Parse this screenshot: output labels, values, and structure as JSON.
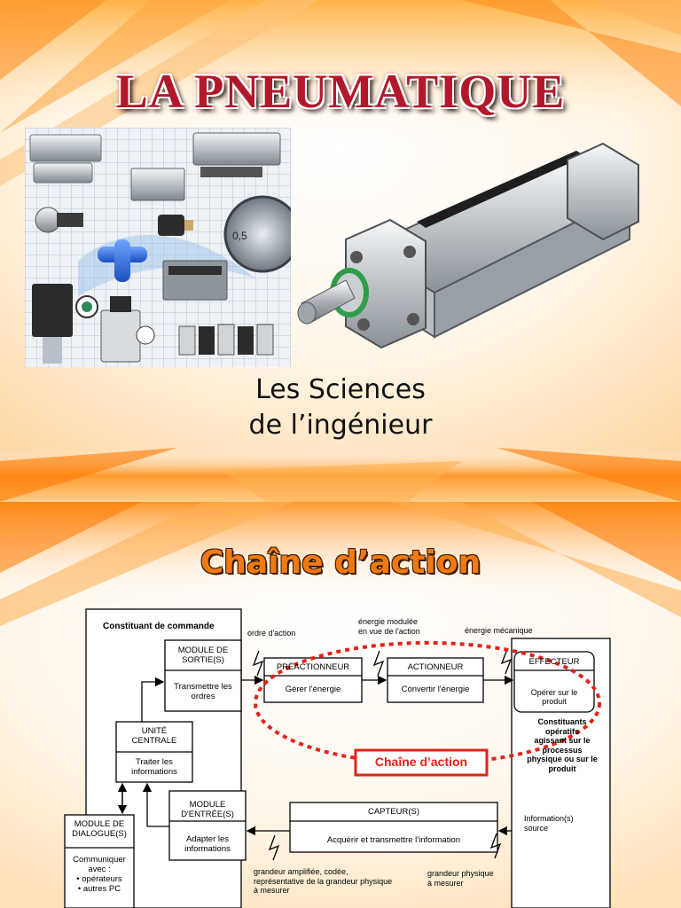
{
  "slide1": {
    "title": "LA PNEUMATIQUE",
    "subtitle_line1": "Les Sciences",
    "subtitle_line2": "de l’ingénieur",
    "photo_gauge_label": "0,5"
  },
  "slide2": {
    "title": "Chaîne  d’action",
    "diagram": {
      "constituant_commande": "Constituant de commande",
      "module_sortie_title": [
        "MODULE DE",
        "SORTIE(S)"
      ],
      "module_sortie_body": [
        "Transmettre les",
        "ordres"
      ],
      "unite_title": [
        "UNITÉ",
        "CENTRALE"
      ],
      "unite_body": [
        "Traiter les",
        "informations"
      ],
      "module_entree_title": [
        "MODULE",
        "D'ENTRÉE(S)"
      ],
      "module_entree_body": [
        "Adapter les",
        "informations"
      ],
      "module_dialogue_title": [
        "MODULE DE",
        "DIALOGUE(S)"
      ],
      "module_dialogue_body": [
        "Communiquer",
        "avec :",
        "• opérateurs",
        "• autres PC"
      ],
      "preactionneur_title": "PRÉACTIONNEUR",
      "preactionneur_body": "Gérer l'énergie",
      "actionneur_title": "ACTIONNEUR",
      "actionneur_body": "Convertir l'énergie",
      "effecteur_title": "EFFECTEUR",
      "effecteur_body": [
        "Opérer sur le",
        "produit"
      ],
      "capteur_title": "CAPTEUR(S)",
      "capteur_body": "Acquérir et transmettre l'information",
      "ordre_action": "ordre d'action",
      "energie_modulee": [
        "énergie modulée",
        "en vue de l'action"
      ],
      "energie_mecanique": "énergie mécanique",
      "constituants_operatifs": [
        "Constituants",
        "opératifs",
        "agissant sur le",
        "processus",
        "physique ou sur le",
        "produit"
      ],
      "information_source": [
        "Information(s)",
        "source"
      ],
      "grandeur_amplifiee": [
        "grandeur amplifiée, codée,",
        "représentative de la grandeur physique",
        "à mesurer"
      ],
      "grandeur_physique": [
        "grandeur physique",
        "à mesurer"
      ],
      "chaine_label": "Chaîne d’action"
    }
  },
  "colors": {
    "title_red": "#b2182b",
    "title_orange": "#f07a12",
    "highlight_red": "#e2231a"
  }
}
